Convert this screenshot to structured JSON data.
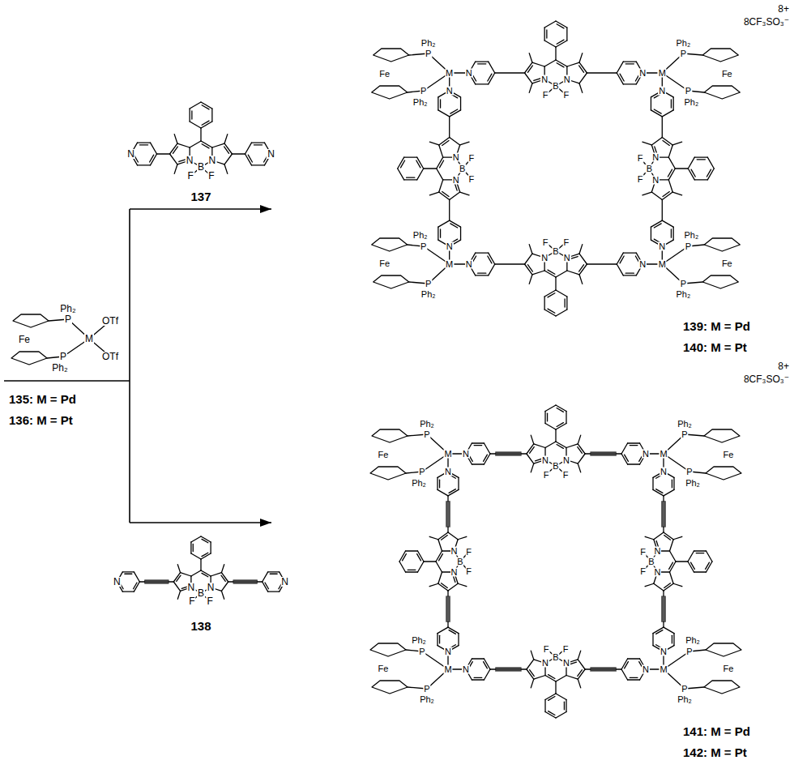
{
  "diagram": {
    "labels": [
      "M",
      "P",
      "Ph₂",
      "Fe",
      "P",
      "Ph₂",
      "OTf",
      "OTf",
      "135: M = Pd",
      "136: M = Pt",
      "N",
      "N",
      "B",
      "F",
      "F",
      "N",
      "N",
      "137",
      "N",
      "N",
      "B",
      "F",
      "F",
      "N",
      "N",
      "138",
      "8+",
      "8CF₃SO₃⁻",
      "M",
      "P",
      "Ph₂",
      "Fe",
      "P",
      "Ph₂",
      "M",
      "P",
      "Ph₂",
      "Fe",
      "P",
      "Ph₂",
      "M",
      "P",
      "Ph₂",
      "Fe",
      "P",
      "Ph₂",
      "M",
      "P",
      "Ph₂",
      "Fe",
      "P",
      "Ph₂",
      "N",
      "N",
      "B",
      "F",
      "F",
      "N",
      "N",
      "N",
      "N",
      "B",
      "F",
      "F",
      "N",
      "N",
      "N",
      "N",
      "B",
      "F",
      "F",
      "N",
      "N",
      "N",
      "N",
      "B",
      "F",
      "F",
      "N",
      "N",
      "139: M = Pd",
      "140: M = Pt",
      "8+",
      "8CF₃SO₃⁻",
      "M",
      "P",
      "Ph₂",
      "Fe",
      "P",
      "Ph₂",
      "M",
      "P",
      "Ph₂",
      "Fe",
      "P",
      "Ph₂",
      "M",
      "P",
      "Ph₂",
      "Fe",
      "P",
      "Ph₂",
      "M",
      "P",
      "Ph₂",
      "Fe",
      "P",
      "Ph₂",
      "N",
      "N",
      "B",
      "F",
      "F",
      "N",
      "N",
      "N",
      "N",
      "B",
      "F",
      "F",
      "N",
      "N",
      "N",
      "N",
      "B",
      "F",
      "F",
      "N",
      "N",
      "N",
      "N",
      "B",
      "F",
      "F",
      "N",
      "N",
      "141: M = Pd",
      "142: M = Pt"
    ]
  }
}
